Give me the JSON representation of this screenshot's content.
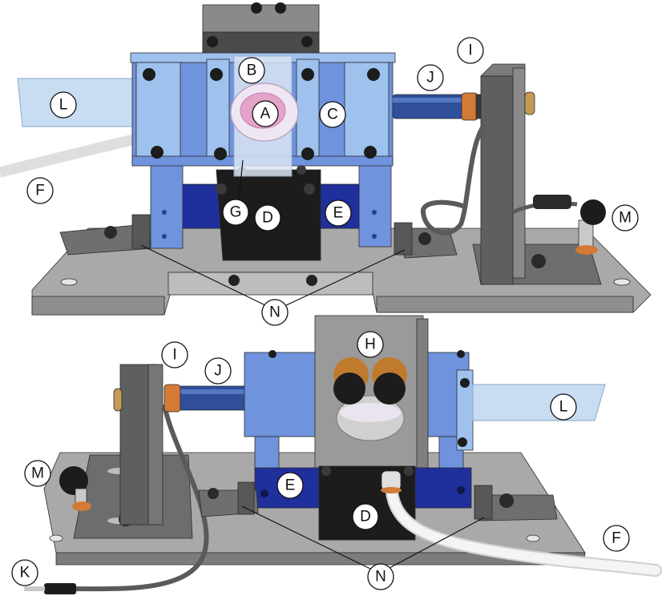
{
  "figure": {
    "labels": {
      "A": "A",
      "B": "B",
      "C": "C",
      "D": "D",
      "E": "E",
      "F": "F",
      "G": "G",
      "H": "H",
      "I": "I",
      "J": "J",
      "K": "K",
      "L": "L",
      "M": "M",
      "N": "N"
    }
  },
  "colors": {
    "base_plate": "#a9a9a9",
    "base_plate_side": "#7c7c7c",
    "frame_light_blue": "#9ec1ee",
    "frame_mid_blue": "#6f93dc",
    "carriage_dark_blue": "#1f2f9c",
    "block_black": "#1c1c1c",
    "slide_transparent": "#c8dcf2",
    "rod_blue": "#2f4f9a",
    "collar_orange": "#d27a36",
    "post_gray": "#5f5f5f",
    "cable_white": "#f2f2f2",
    "cable_dark": "#5a5a5a",
    "sample_pink": "#e4a3c9"
  }
}
